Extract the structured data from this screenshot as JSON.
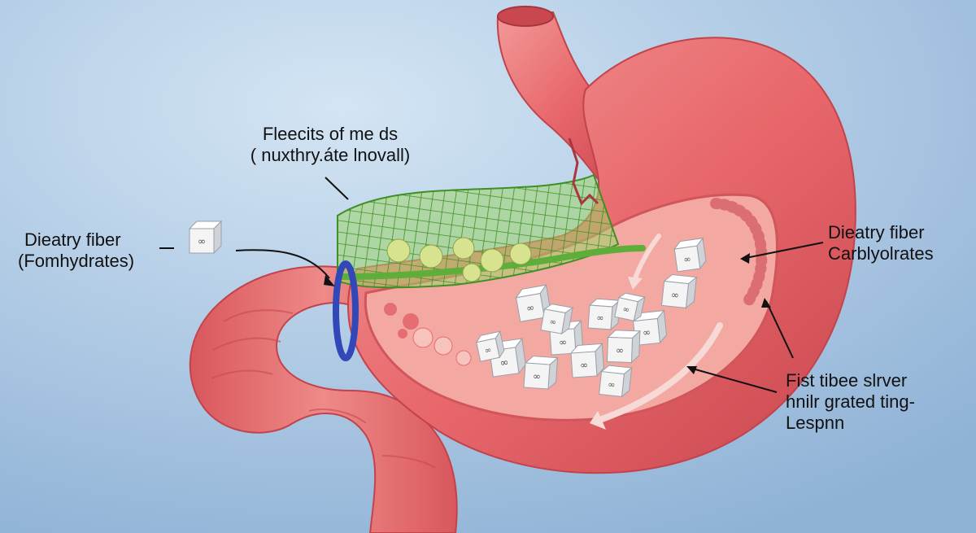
{
  "diagram": {
    "colors": {
      "background": "#a9c6e2",
      "stomach": "#e8686c",
      "stomach_dark": "#c9474f",
      "lining": "#f3a8a2",
      "fiber_mesh": "#5fae3a",
      "fiber_fill": "#9fd66a",
      "sphincter": "#3348b8",
      "cube": "#f4f4f4"
    },
    "labels": {
      "top_center": {
        "line1": "Fleecits of me ds",
        "line2": "( nuxthry.áte lnovall)"
      },
      "left": {
        "line1": "Dieatry fiber",
        "line2": "(Fomhydrates)"
      },
      "right_top": {
        "line1": "Dieatry fiber",
        "line2": "Carblyolrates"
      },
      "right_bottom": {
        "line1": "Fist tibee slrver",
        "line2": "hnilr grated ting-",
        "line3": "Lespnn"
      }
    },
    "cube_symbol": "∞",
    "cube_count": 14
  }
}
